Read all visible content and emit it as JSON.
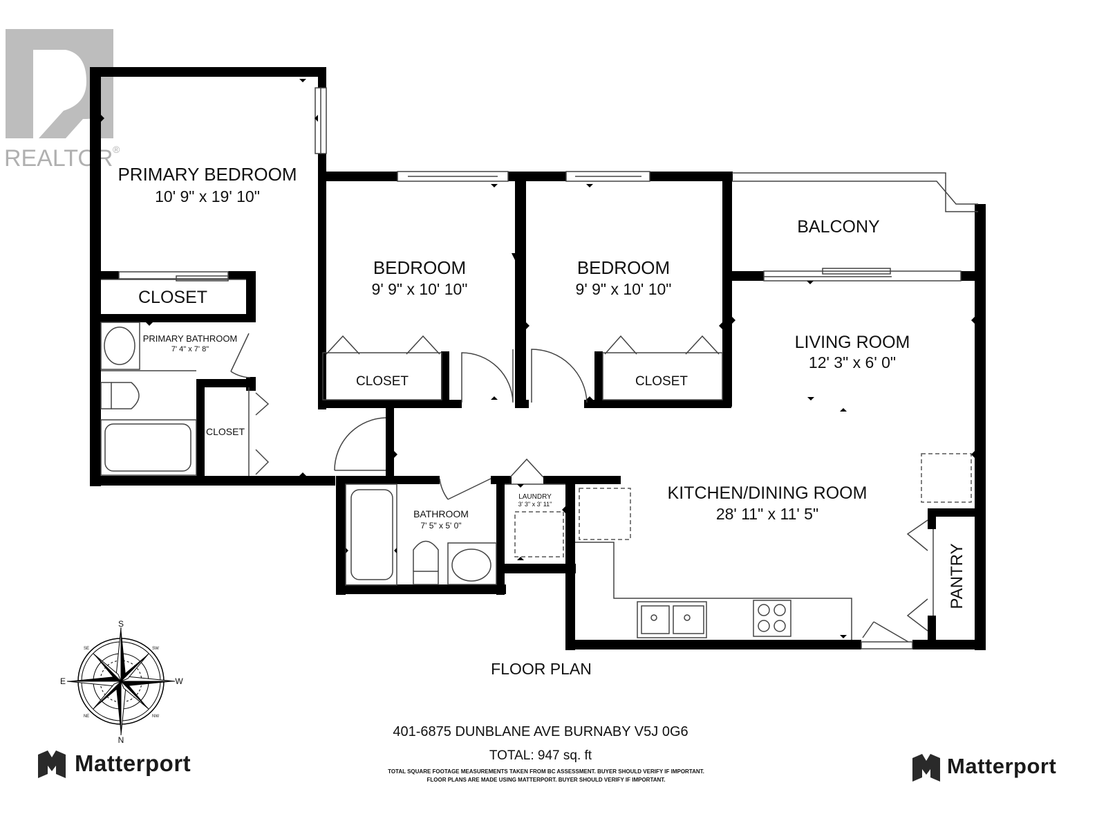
{
  "watermark": {
    "text": "REALTOR",
    "mark": "®"
  },
  "plan_title": "FLOOR PLAN",
  "rooms": {
    "primary_bedroom": {
      "name": "PRIMARY BEDROOM",
      "dims": "10' 9\" x 19' 10\""
    },
    "bedroom_a": {
      "name": "BEDROOM",
      "dims": "9' 9\" x 10' 10\""
    },
    "bedroom_b": {
      "name": "BEDROOM",
      "dims": "9' 9\" x 10' 10\""
    },
    "balcony": {
      "name": "BALCONY"
    },
    "living_room": {
      "name": "LIVING ROOM",
      "dims": "12' 3\" x 6' 0\""
    },
    "closet_primary": {
      "name": "CLOSET"
    },
    "primary_bathroom": {
      "name": "PRIMARY BATHROOM",
      "dims": "7' 4\" x 7' 8\""
    },
    "closet_small": {
      "name": "CLOSET"
    },
    "closet_a": {
      "name": "CLOSET"
    },
    "closet_b": {
      "name": "CLOSET"
    },
    "bathroom": {
      "name": "BATHROOM",
      "dims": "7' 5\" x 5' 0\""
    },
    "laundry": {
      "name": "LAUNDRY",
      "dims": "3' 3\" x 3' 11\""
    },
    "kitchen": {
      "name": "KITCHEN/DINING ROOM",
      "dims": "28' 11\" x 11' 5\""
    },
    "pantry": {
      "name": "PANTRY"
    }
  },
  "compass": {
    "n": "N",
    "s": "S",
    "e": "E",
    "w": "W",
    "ne": "NE",
    "nw": "NW",
    "se": "SE",
    "sw": "SW"
  },
  "footer": {
    "address": "401-6875 DUNBLANE AVE BURNABY V5J 0G6",
    "total": "TOTAL: 947 sq. ft",
    "disclaimer_1": "TOTAL SQUARE FOOTAGE MEASUREMENTS TAKEN FROM BC ASSESSMENT. BUYER SHOULD VERIFY IF IMPORTANT.",
    "disclaimer_2": "FLOOR PLANS ARE MADE USING MATTERPORT. BUYER SHOULD VERIFY IF IMPORTANT."
  },
  "brand": {
    "name": "Matterport"
  }
}
